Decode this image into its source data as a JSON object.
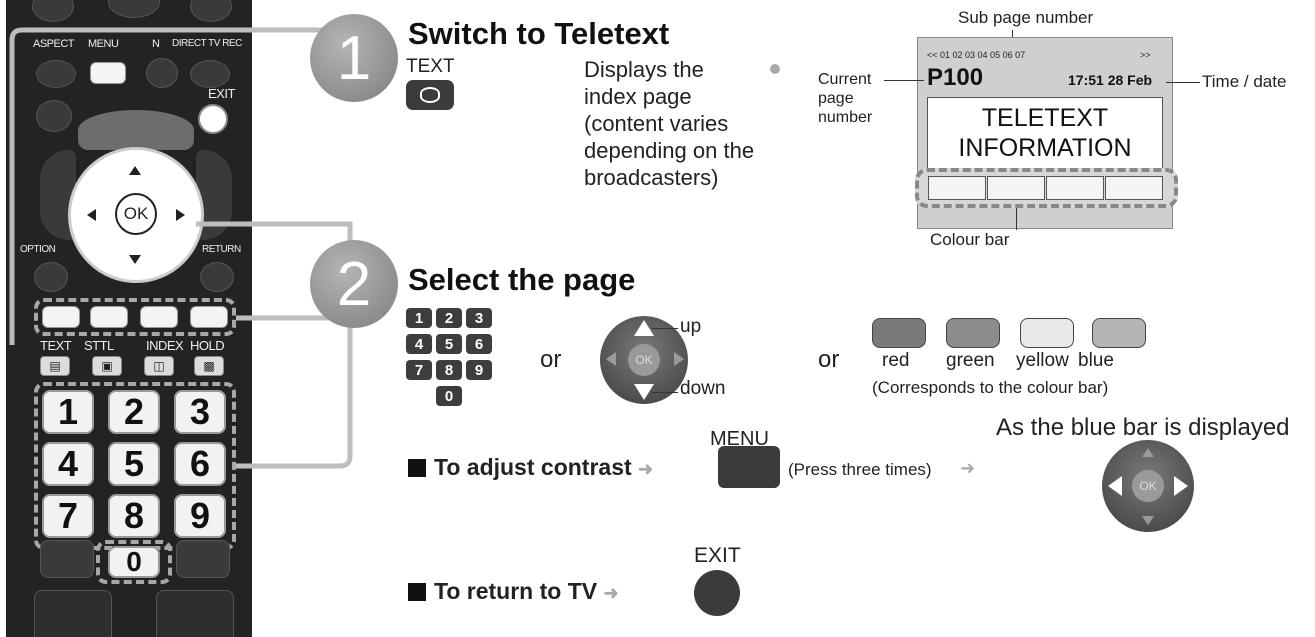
{
  "remote": {
    "labels": {
      "aspect": "ASPECT",
      "menu": "MENU",
      "n": "N",
      "direct_tv_rec": "DIRECT TV REC",
      "exit": "EXIT",
      "ok": "OK",
      "option": "OPTION",
      "return": "RETURN",
      "text": "TEXT",
      "sttl": "STTL",
      "index": "INDEX",
      "hold": "HOLD"
    },
    "number_keys": [
      "1",
      "2",
      "3",
      "4",
      "5",
      "6",
      "7",
      "8",
      "9",
      "0"
    ]
  },
  "step1": {
    "number": "1",
    "title": "Switch to Teletext",
    "key_label": "TEXT",
    "description_lines": [
      "Displays the",
      "index page",
      "(content varies",
      "depending on the",
      "broadcasters)"
    ]
  },
  "teletext": {
    "sub_page_label": "Sub page number",
    "sub_pages": "<< 01 02 03 04 05 06 07",
    "sub_pages_next": ">>",
    "current_page_label_lines": [
      "Current",
      "page",
      "number"
    ],
    "page_number": "P100",
    "time_date": "17:51 28 Feb",
    "time_date_label": "Time / date",
    "info_lines": [
      "TELETEXT",
      "INFORMATION"
    ],
    "colour_bar_label": "Colour bar"
  },
  "step2": {
    "number": "2",
    "title": "Select the page",
    "digits": [
      "1",
      "2",
      "3",
      "4",
      "5",
      "6",
      "7",
      "8",
      "9",
      "0"
    ],
    "or_1": "or",
    "or_2": "or",
    "dpad_ok": "OK",
    "up": "up",
    "down": "down",
    "colour_names": [
      "red",
      "green",
      "yellow",
      "blue"
    ],
    "colour_keys": [
      "#7a7a7a",
      "#8c8c8c",
      "#e8e8e8",
      "#b4b4b4"
    ],
    "colour_note": "(Corresponds to the colour bar)"
  },
  "contrast": {
    "label": "To adjust contrast",
    "menu_label": "MENU",
    "press_note": "(Press three times)",
    "blue_bar_note": "As the blue bar is displayed",
    "dpad_ok": "OK"
  },
  "return_tv": {
    "label": "To return to TV",
    "exit_label": "EXIT"
  }
}
